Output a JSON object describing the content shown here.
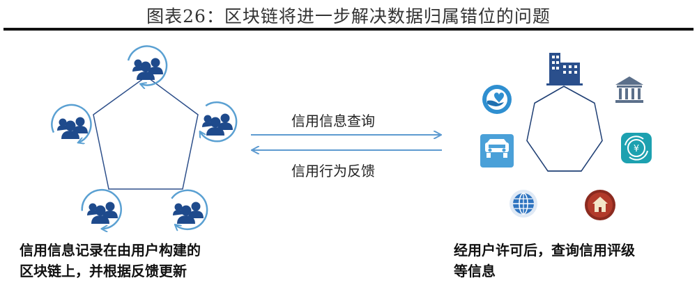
{
  "title": "图表26：区块链将进一步解决数据归属错位的问题",
  "left_caption": "信用信息记录在由用户构建的\n区块链上，并根据反馈更新",
  "right_caption": "经用户许可后，查询信用评级\n等信息",
  "arrows": {
    "forward_label": "信用信息查询",
    "backward_label": "信用行为反馈"
  },
  "colors": {
    "user_icon": "#1e4a8c",
    "cycle_arrow": "#5aa0d2",
    "polygon": "#2d4f8a",
    "flow_arrow": "#5d9ad0",
    "heptagon_line": "#1f3f74"
  },
  "left_nodes": [
    "users-sync-icon",
    "users-sync-icon",
    "users-sync-icon",
    "users-sync-icon",
    "users-sync-icon"
  ],
  "right_nodes": [
    "office-building-icon",
    "bank-building-icon",
    "currency-exchange-icon",
    "home-icon",
    "globe-icon",
    "car-icon",
    "hand-heart-icon"
  ]
}
